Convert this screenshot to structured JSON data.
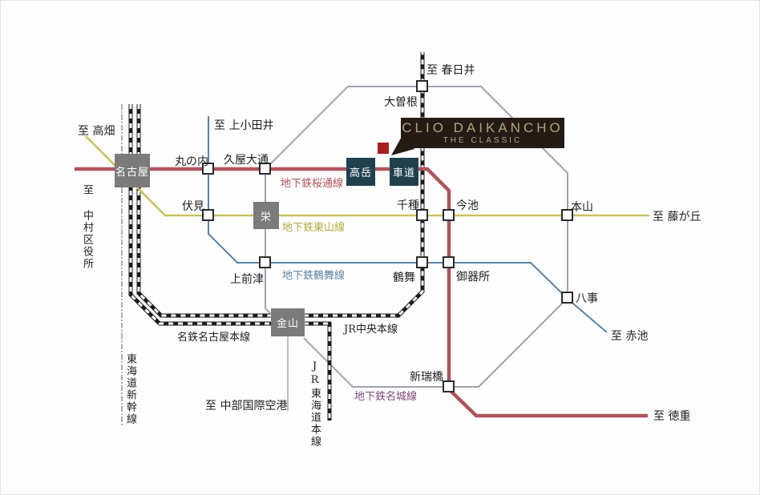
{
  "logo": {
    "title": "CLIO DAIKANCHO",
    "subtitle": "THE CLASSIC"
  },
  "colors": {
    "sakura": "#b0535c",
    "higashiyama": "#ccc05c",
    "higashiyama_text": "#b3a83e",
    "tsurumai": "#5b83a4",
    "meijo": "#a3a0b0",
    "meijo_label": "#7d4878",
    "jr": "#1b1b1b",
    "shinkansen": "#9a9a9a",
    "meitetsu_air": "#ababab",
    "box_gray": "#7b7b7b",
    "box_navy": "#20404e",
    "logo_bg": "#241b15",
    "logo_gold": "#b5a37c",
    "marker_red": "#a61e23",
    "ink": "#1f1f1f"
  },
  "line_labels": {
    "sakuradori": "地下鉄桜通線",
    "higashiyama": "地下鉄東山線",
    "tsurumai": "地下鉄鶴舞線",
    "meijo": "地下鉄名城線",
    "jr_chuo": "JR中央本線",
    "jr_tokaido": "JR東海道本線",
    "meitetsu": "名鉄名古屋本線",
    "shinkansen": "東海道新幹線"
  },
  "stations": {
    "nagoya": "名古屋",
    "marunouchi": "丸の内",
    "hisayaodori": "久屋大通",
    "takaoka": "高岳",
    "kurumamichi": "車道",
    "ozone": "大曽根",
    "fushimi": "伏見",
    "sakae": "栄",
    "chikusa": "千種",
    "imaike": "今池",
    "motoyama": "本山",
    "kamimaezu": "上前津",
    "tsurumai_sta": "鶴舞",
    "gokiso": "御器所",
    "yagoto": "八事",
    "kanayama": "金山",
    "aratamabashi": "新瑞橋"
  },
  "destinations": {
    "kasugai": "至 春日井",
    "takabata": "至 高畑",
    "nakamurakuyakusho": "至 中村区役所",
    "kamiotai": "至 上小田井",
    "fujigaoka": "至 藤が丘",
    "akaike": "至 赤池",
    "tokushige": "至 徳重",
    "centrair": "至 中部国際空港"
  }
}
